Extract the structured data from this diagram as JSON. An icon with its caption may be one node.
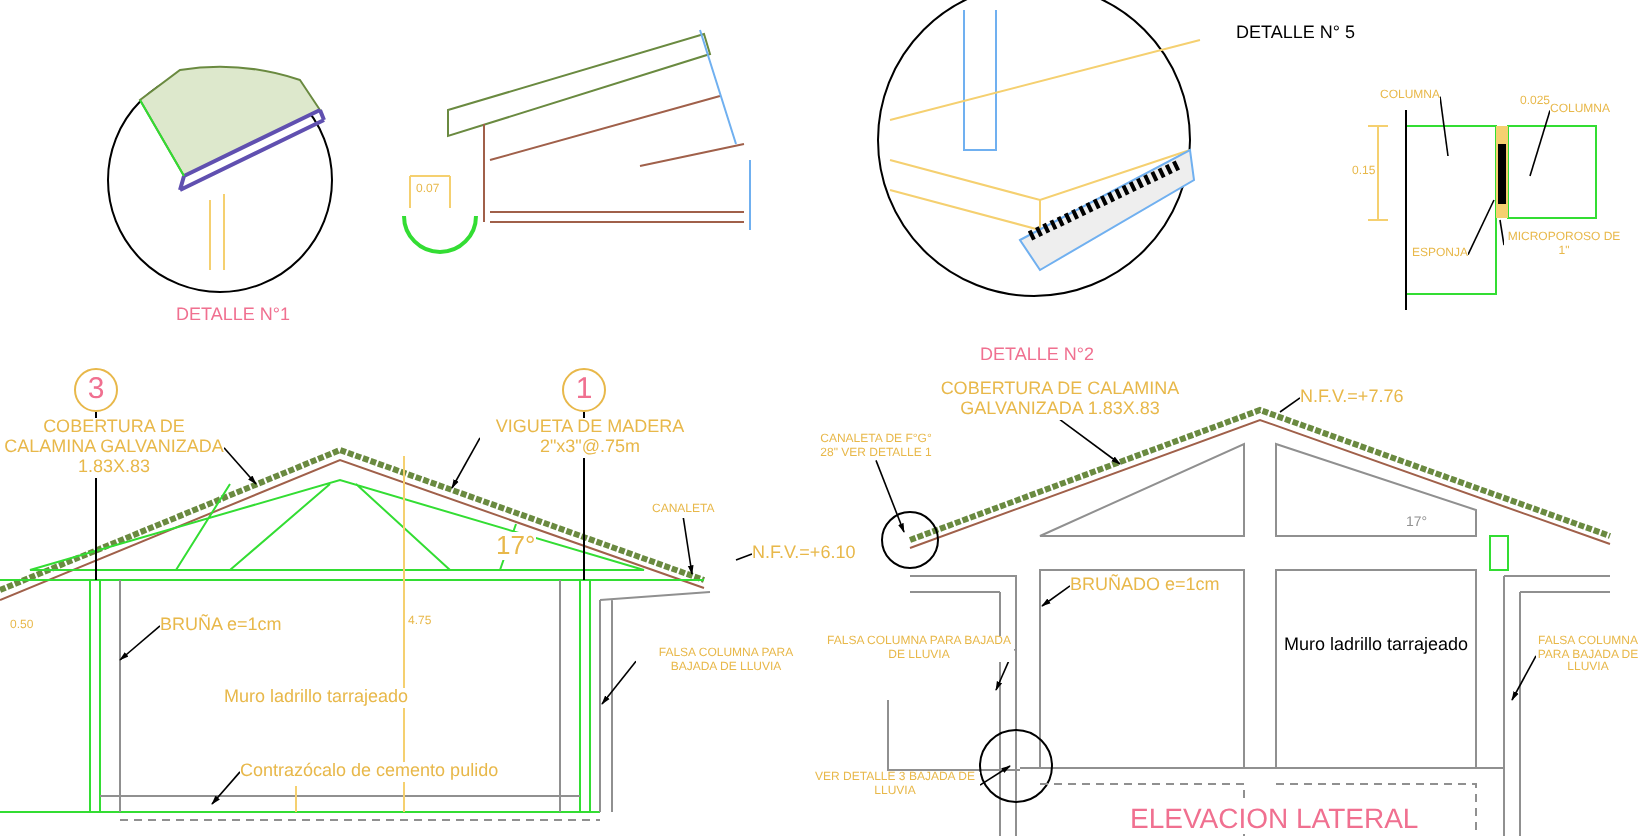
{
  "diagram": {
    "nodes": [
      {
        "text": [
          "COLUMNA"
        ]
      },
      {
        "text": [
          "COLUMNA"
        ]
      },
      {
        "text": [
          "ESPONJA"
        ]
      },
      {
        "text": [
          "MICROPOROSO DE 1\""
        ]
      },
      {
        "text": [
          "3"
        ]
      },
      {
        "text": [
          "1"
        ]
      },
      {
        "text": [
          "COBERTURA DE CALAMINA GALVANIZADA 1.83X.83"
        ]
      },
      {
        "text": [
          "VIGUETA DE MADERA 2\"x3\"@.75m"
        ]
      },
      {
        "text": [
          "CANALETA"
        ]
      },
      {
        "text": [
          "N.F.V.=+6.10"
        ]
      },
      {
        "text": [
          "BRUÑA e=1cm"
        ]
      },
      {
        "text": [
          "FALSA COLUMNA PARA BAJADA DE LLUVIA"
        ]
      },
      {
        "text": [
          "Contrazócalo de cemento pulido"
        ]
      },
      {
        "text": [
          "CANALETA DE F°G° 28\" VER DETALLE 1"
        ]
      },
      {
        "text": [
          "COBERTURA DE CALAMINA GALVANIZADA 1.83X.83"
        ]
      },
      {
        "text": [
          "N.F.V.=+7.76"
        ]
      },
      {
        "text": [
          "BRUÑADO e=1cm"
        ]
      },
      {
        "text": [
          "FALSA COLUMNA PARA BAJADA DE LLUVIA"
        ]
      },
      {
        "text": [
          "FALSA COLUMNA PARA BAJADA DE LLUVIA"
        ]
      },
      {
        "text": [
          "VER DETALLE 3 BAJADA DE LLUVIA"
        ]
      }
    ],
    "edges": [
      {
        "from": 0,
        "to": null,
        "arrow": "none"
      },
      {
        "from": 1,
        "to": null,
        "arrow": "none"
      },
      {
        "from": 2,
        "to": null,
        "arrow": "none"
      },
      {
        "from": 3,
        "to": null,
        "arrow": "none"
      },
      {
        "from": 6,
        "to": null,
        "arrow": "to"
      },
      {
        "from": 7,
        "to": null,
        "arrow": "to"
      },
      {
        "from": 8,
        "to": null,
        "arrow": "to"
      },
      {
        "from": 9,
        "to": null,
        "arrow": "none"
      },
      {
        "from": 10,
        "to": null,
        "arrow": "to"
      },
      {
        "from": 11,
        "to": null,
        "arrow": "to"
      },
      {
        "from": 12,
        "to": null,
        "arrow": "to"
      },
      {
        "from": 13,
        "to": null,
        "arrow": "to"
      },
      {
        "from": 14,
        "to": null,
        "arrow": "to"
      },
      {
        "from": 15,
        "to": null,
        "arrow": "none"
      },
      {
        "from": 16,
        "to": null,
        "arrow": "to"
      },
      {
        "from": 17,
        "to": null,
        "arrow": "to"
      },
      {
        "from": 18,
        "to": null,
        "arrow": "to"
      },
      {
        "from": 19,
        "to": null,
        "arrow": "to"
      }
    ],
    "labels": [
      "DETALLE N°1",
      "0.07",
      "DETALLE N° 5",
      "0.025",
      "0.15",
      "DETALLE N°2",
      "17°",
      "4.75",
      "0.50",
      "Muro ladrillo tarrajeado",
      "17°",
      "Muro ladrillo tarrajeado",
      "ELEVACION LATERAL"
    ]
  }
}
